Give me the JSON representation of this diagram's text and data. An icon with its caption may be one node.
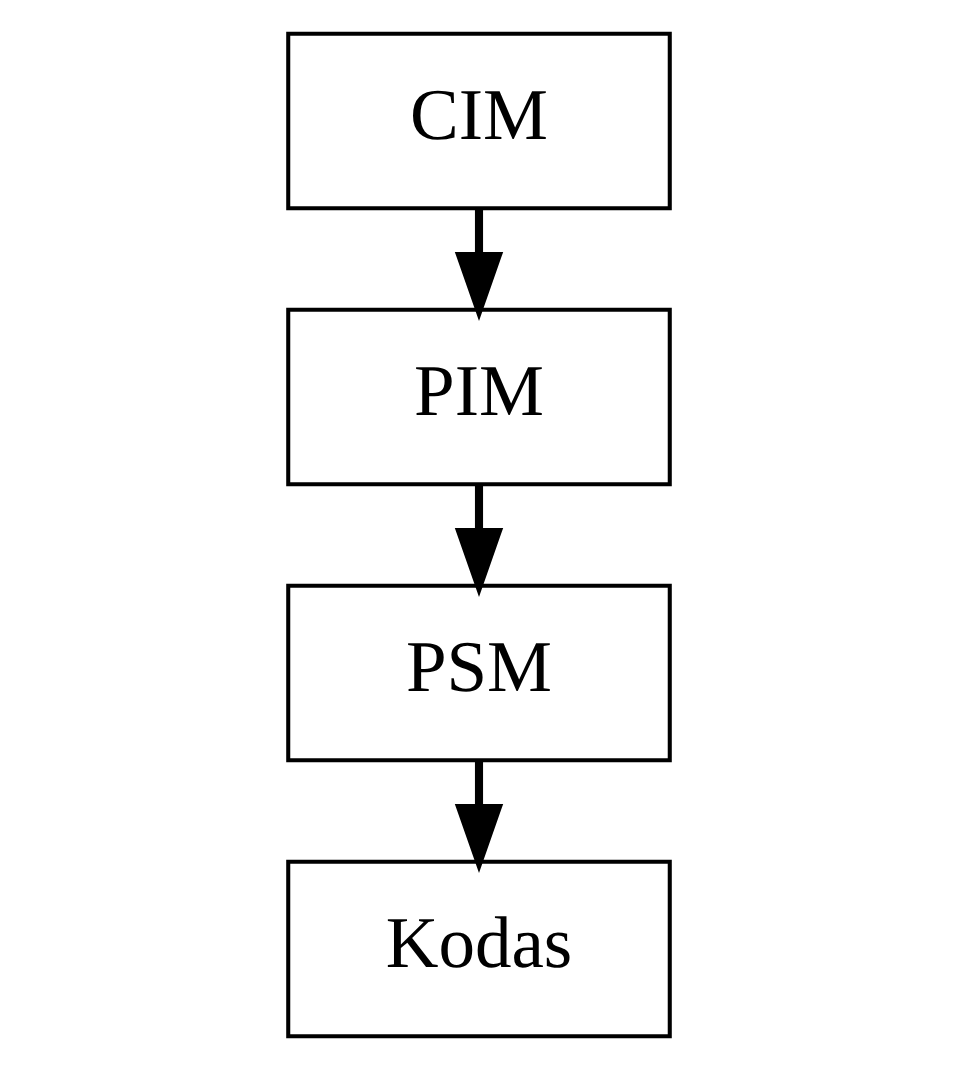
{
  "diagram": {
    "nodes": [
      {
        "text": [
          "CIM"
        ]
      },
      {
        "text": [
          "PIM"
        ]
      },
      {
        "text": [
          "PSM"
        ]
      },
      {
        "text": [
          "Kodas"
        ]
      }
    ],
    "edges": [
      {
        "from": 0,
        "to": 1,
        "arrow": "to"
      },
      {
        "from": 1,
        "to": 2,
        "arrow": "to"
      },
      {
        "from": 2,
        "to": 3,
        "arrow": "to"
      }
    ]
  }
}
